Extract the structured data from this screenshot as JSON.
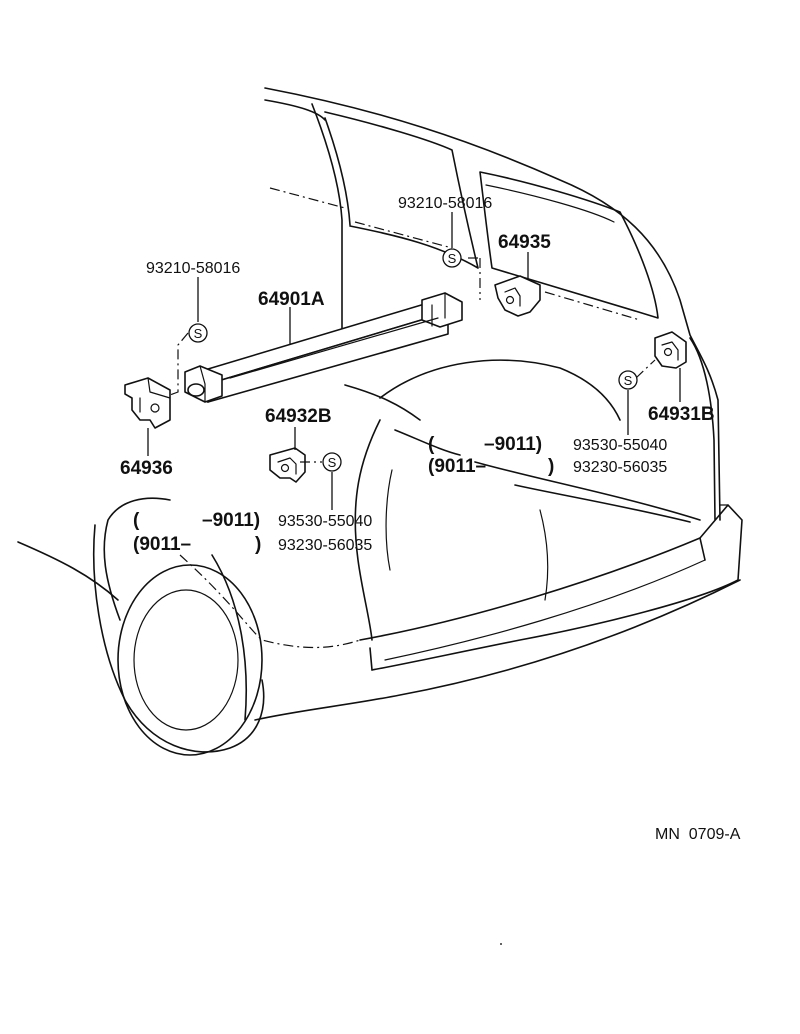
{
  "diagram_code": "MN  0709-A",
  "std_part_symbol": "S",
  "parts": {
    "cover_roller": "64901A",
    "left_bracket": "64936",
    "center_bracket": "64932B",
    "upper_bracket": "64935",
    "right_bracket": "64931B"
  },
  "screws": {
    "left": "93210-58016",
    "upper": "93210-58016"
  },
  "center_ranges": {
    "line1_open": "(",
    "line1_value": "–9011)",
    "line2_value": "(9011–",
    "line2_close": ")",
    "part_a": "93530-55040",
    "part_b": "93230-56035"
  },
  "right_ranges": {
    "line1_open": "(",
    "line1_value": "–9011)",
    "line2_value": "(9011–",
    "line2_close": ")",
    "part_a": "93530-55040",
    "part_b": "93230-56035"
  }
}
